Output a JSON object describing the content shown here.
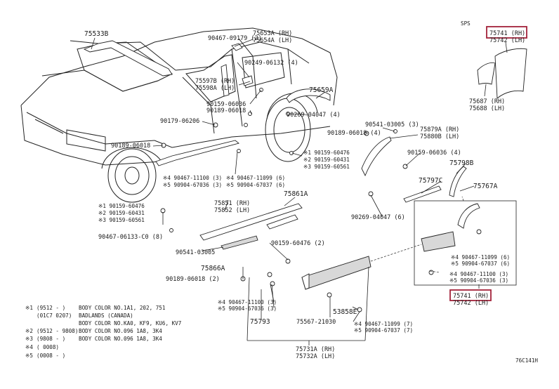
{
  "diagram": {
    "corner_code": "SPS",
    "figure_code": "76C141H",
    "labels": [
      {
        "id": "75533b",
        "text": "75533B"
      },
      {
        "id": "90467-09179",
        "text": "90467-09179 (2)"
      },
      {
        "id": "75653a",
        "text": "75653A (RH)"
      },
      {
        "id": "75654a",
        "text": "75654A (LH)"
      },
      {
        "id": "90249-06132",
        "text": "90249-06132 (4)"
      },
      {
        "id": "75597b",
        "text": "75597B (RH)"
      },
      {
        "id": "75598a",
        "text": "75598A (LH)"
      },
      {
        "id": "75659a",
        "text": "75659A"
      },
      {
        "id": "90159-06036a",
        "text": "90159-06036"
      },
      {
        "id": "90189-06018a",
        "text": "90189-06018"
      },
      {
        "id": "90179-06206",
        "text": "90179-06206"
      },
      {
        "id": "90269-04047a",
        "text": "90269-04047 (4)"
      },
      {
        "id": "90541-03005a",
        "text": "90541-03005 (3)"
      },
      {
        "id": "90189-06018b",
        "text": "90189-06018 (4)"
      },
      {
        "id": "75879a",
        "text": "75879A (RH)"
      },
      {
        "id": "75880b",
        "text": "75880B (LH)"
      },
      {
        "id": "90159-06036b",
        "text": "90159-06036 (4)"
      },
      {
        "id": "90189-06018c",
        "text": "90189-06018"
      },
      {
        "id": "r1-90159-60476",
        "text": "※1 90159-60476"
      },
      {
        "id": "r2-90159-60431",
        "text": "※2 90159-60431"
      },
      {
        "id": "r3-90159-60561",
        "text": "※3 90159-60561"
      },
      {
        "id": "r4-90467-11100a",
        "text": "※4 90467-11100 (3)"
      },
      {
        "id": "r5-90904-67036a",
        "text": "※5 90904-67036 (3)"
      },
      {
        "id": "r4-90467-11099a",
        "text": "※4 90467-11099 (6)"
      },
      {
        "id": "r5-90904-67037a",
        "text": "※5 90904-67037 (6)"
      },
      {
        "id": "75851",
        "text": "75851 (RH)"
      },
      {
        "id": "75852",
        "text": "75852 (LH)"
      },
      {
        "id": "75861a",
        "text": "75861A"
      },
      {
        "id": "l1-90159-60476",
        "text": "※1 90159-60476"
      },
      {
        "id": "l2-90159-60431",
        "text": "※2 90159-60431"
      },
      {
        "id": "l3-90159-60561",
        "text": "※3 90159-60561"
      },
      {
        "id": "90467-06133",
        "text": "90467-06133-C0 (8)"
      },
      {
        "id": "90541-03005b",
        "text": "90541-03005"
      },
      {
        "id": "90159-60476b",
        "text": "90159-60476 (2)"
      },
      {
        "id": "75866a",
        "text": "75866A"
      },
      {
        "id": "90189-06018d",
        "text": "90189-06018 (2)"
      },
      {
        "id": "90269-04047b",
        "text": "90269-04047 (6)"
      },
      {
        "id": "75798b",
        "text": "75798B"
      },
      {
        "id": "75797c",
        "text": "75797C"
      },
      {
        "id": "75767a",
        "text": "75767A"
      },
      {
        "id": "75687",
        "text": "75687 (RH)"
      },
      {
        "id": "75688",
        "text": "75688 (LH)"
      },
      {
        "id": "b4-90467-11099",
        "text": "※4 90467-11099 (6)"
      },
      {
        "id": "b5-90904-67037",
        "text": "※5 90904-67037 (6)"
      },
      {
        "id": "b4-90467-11100",
        "text": "※4 90467-11100 (3)"
      },
      {
        "id": "b5-90904-67036",
        "text": "※5 90904-67036 (3)"
      },
      {
        "id": "c4-90467-11100",
        "text": "※4 90467-11100 (3)"
      },
      {
        "id": "c5-90904-67036",
        "text": "※5 90904-67036 (3)"
      },
      {
        "id": "75793",
        "text": "75793"
      },
      {
        "id": "75567",
        "text": "75567-21030"
      },
      {
        "id": "53858e",
        "text": "53858E"
      },
      {
        "id": "d4-90467-11099",
        "text": "※4 90467-11099 (7)"
      },
      {
        "id": "d5-90904-67037",
        "text": "※5 90904-67037 (7)"
      },
      {
        "id": "75731a",
        "text": "75731A (RH)"
      },
      {
        "id": "75732a",
        "text": "75732A (LH)"
      },
      {
        "id": "75741-top",
        "text": "75741 (RH)"
      },
      {
        "id": "75742-top",
        "text": "75742 (LH)"
      },
      {
        "id": "75741-bot",
        "text": "75741 (RH)"
      },
      {
        "id": "75742-bot",
        "text": "75742 (LH)"
      }
    ],
    "notes": [
      {
        "mark": "※1",
        "range": "(9512 -    )",
        "text": "BODY COLOR NO.1A1, 202, 751"
      },
      {
        "mark": "",
        "range": "(01C7   0207)",
        "text": "BADLANDS (CANADA)"
      },
      {
        "mark": "",
        "range": "",
        "text": "BODY COLOR NO.KA0, KF9, KU6, KV7"
      },
      {
        "mark": "※2",
        "range": "(9512 - 9808)",
        "text": "BODY COLOR NO.096   1A8, 3K4"
      },
      {
        "mark": "※3",
        "range": "(9808 -    )",
        "text": "BODY COLOR NO.096   1A8, 3K4"
      },
      {
        "mark": "※4",
        "range": "(           0008)",
        "text": ""
      },
      {
        "mark": "※5",
        "range": "(0008 -    )",
        "text": ""
      }
    ]
  }
}
